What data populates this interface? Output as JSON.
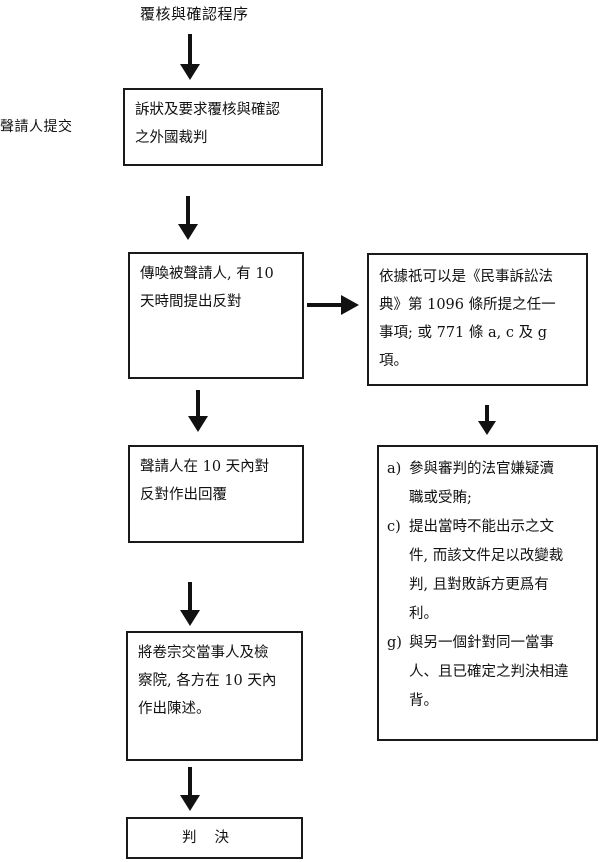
{
  "title": "覆核與確認程序",
  "side_label": "聲請人提交",
  "boxes": {
    "submission": {
      "lines": [
        "訴狀及要求覆核與確認",
        "之外國裁判"
      ]
    },
    "summon": {
      "lines": [
        "傳喚被聲請人, 有 10",
        "天時間提出反對"
      ]
    },
    "grounds": {
      "lines": [
        "依據祇可以是《民事訴訟法",
        "典》第 1096 條所提之任一",
        "事項; 或 771 條 a, c 及 g",
        "項。"
      ]
    },
    "reply": {
      "lines": [
        "聲請人在 10 天內對",
        "反對作出回覆"
      ]
    },
    "statements": {
      "lines": [
        "將卷宗交當事人及檢",
        "察院, 各方在 10 天內",
        "作出陳述。"
      ]
    },
    "judgment": {
      "label": "判決"
    },
    "grounds_list": {
      "items": [
        {
          "marker": "a)",
          "first": "參與審判的法官嫌疑瀆",
          "rest": [
            "職或受賄;"
          ]
        },
        {
          "marker": "c)",
          "first": "提出當時不能出示之文",
          "rest": [
            "件, 而該文件足以改變裁",
            "判, 且對敗訴方更爲有",
            "利。"
          ]
        },
        {
          "marker": "g)",
          "first": "與另一個針對同一當事",
          "rest": [
            "人、且已確定之判決相違",
            "背。"
          ]
        }
      ]
    }
  }
}
